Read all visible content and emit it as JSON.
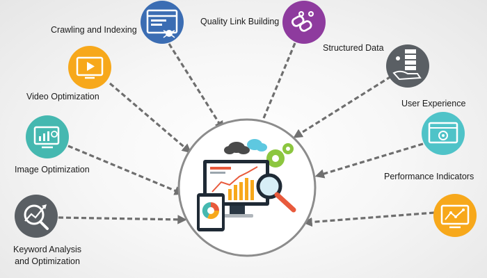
{
  "diagram": {
    "nodes": [
      {
        "id": "crawling",
        "label": "Crawling and Indexing",
        "icon": "browser-spider-icon",
        "color": "#3b6db3"
      },
      {
        "id": "link-building",
        "label": "Quality Link Building",
        "icon": "chain-link-icon",
        "color": "#8e3b9e"
      },
      {
        "id": "structured-data",
        "label": "Structured Data",
        "icon": "structured-data-hand-icon",
        "color": "#5a5f64"
      },
      {
        "id": "video",
        "label": "Video Optimization",
        "icon": "video-monitor-icon",
        "color": "#f7a81b"
      },
      {
        "id": "user-experience",
        "label": "User Experience",
        "icon": "ux-browser-icon",
        "color": "#4fc3c8"
      },
      {
        "id": "image",
        "label": "Image Optimization",
        "icon": "monitor-chart-icon",
        "color": "#45b8b0"
      },
      {
        "id": "performance",
        "label": "Performance Indicators",
        "icon": "performance-monitor-icon",
        "color": "#f7a81b"
      },
      {
        "id": "keyword",
        "label_line1": "Keyword Analysis",
        "label_line2": "and Optimization",
        "icon": "magnifier-trend-icon",
        "color": "#5a5f64"
      }
    ],
    "hub_icon": "seo-analytics-hub-icon"
  }
}
